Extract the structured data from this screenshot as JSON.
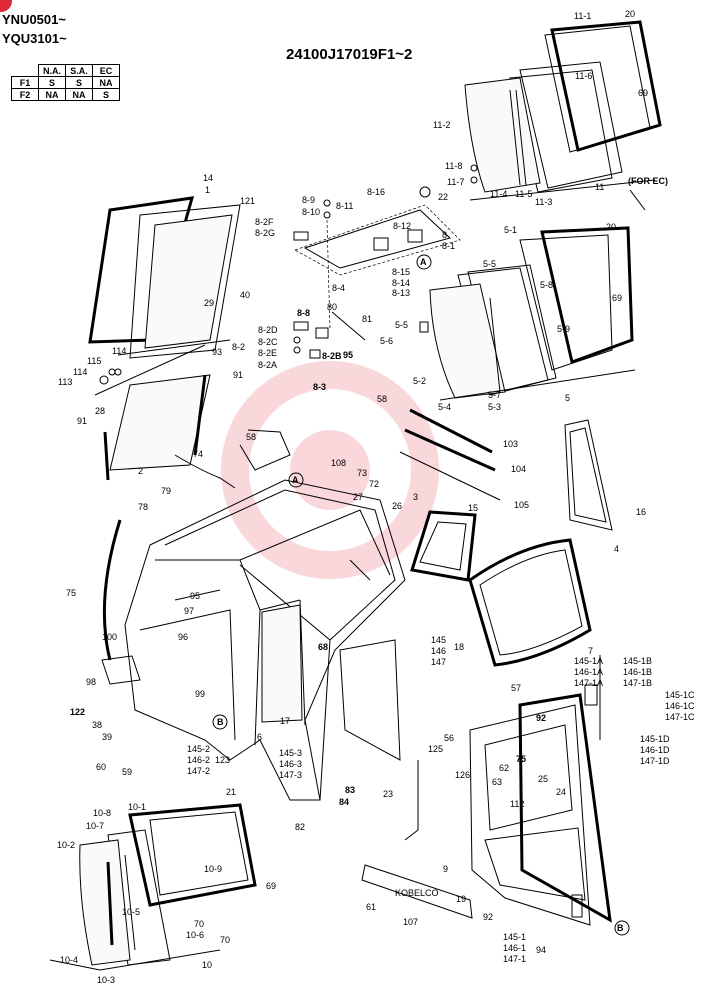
{
  "header": {
    "serial_1": "YNU0501~",
    "serial_2": "YQU3101~",
    "part_code": "24100J17019F1~2",
    "for_ec": "(FOR EC)"
  },
  "applicability": {
    "columns": [
      "",
      "N.A.",
      "S.A.",
      "EC"
    ],
    "rows": [
      [
        "F1",
        "S",
        "S",
        "NA"
      ],
      [
        "F2",
        "NA",
        "NA",
        "S"
      ]
    ]
  },
  "labels": {
    "l11_1": "11-1",
    "l20a": "20",
    "l11_6": "11-6",
    "l69a": "69",
    "l11_2": "11-2",
    "l11_8": "11-8",
    "l11_7": "11-7",
    "l11_4": "11-4",
    "l11_5": "11-5",
    "l11_3": "11-3",
    "l11": "11",
    "l14": "14",
    "l1": "1",
    "l121": "121",
    "l40": "40",
    "l29": "29",
    "l93": "93",
    "l114a": "114",
    "l115": "115",
    "l114b": "114",
    "l113": "113",
    "l91a": "91",
    "l28": "28",
    "l91b": "91",
    "l2": "2",
    "l8_9": "8-9",
    "l8_10": "8-10",
    "l8_11": "8-11",
    "l8_16": "8-16",
    "l22": "22",
    "l8_2F": "8-2F",
    "l8_2G": "8-2G",
    "l8_12": "8-12",
    "l8a": "8",
    "l8_1": "8-1",
    "l8_15": "8-15",
    "l8_14": "8-14",
    "l8_13": "8-13",
    "l8_4": "8-4",
    "l80": "80",
    "l81": "81",
    "l8_8": "8-8",
    "l8_2D": "8-2D",
    "l8_2C": "8-2C",
    "l8_2": "8-2",
    "l8_2E": "8-2E",
    "l8_2A": "8-2A",
    "l8_2B": "8-2B",
    "l95a": "95",
    "l8_3": "8-3",
    "lA1": "A",
    "lA2": "A",
    "l5_1": "5-1",
    "l20b": "20",
    "l5_5a": "5-5",
    "l5_8": "5-8",
    "l69b": "69",
    "l5_9": "5-9",
    "l5_5b": "5-5",
    "l5_6": "5-6",
    "l5_2": "5-2",
    "l5_7": "5-7",
    "l5_4": "5-4",
    "l5_3": "5-3",
    "l5": "5",
    "l58a": "58",
    "l58b": "58",
    "l103": "103",
    "l104": "104",
    "l105": "105",
    "l74": "74",
    "l108": "108",
    "l73": "73",
    "l72": "72",
    "l79": "79",
    "l78": "78",
    "l27": "27",
    "l26": "26",
    "l3": "3",
    "l15": "15",
    "l16": "16",
    "l4": "4",
    "l75": "75",
    "l95b": "95",
    "l97": "97",
    "l96": "96",
    "l100": "100",
    "l98": "98",
    "l99": "99",
    "l122": "122",
    "l38": "38",
    "l39": "39",
    "l68": "68",
    "l145a": "145",
    "l146a": "146",
    "l147a": "147",
    "l18": "18",
    "l7": "7",
    "lB1": "B",
    "lB2": "B",
    "l6": "6",
    "l17": "17",
    "l145_2": "145-2",
    "l146_2": "146-2",
    "l147_2": "147-2",
    "l123": "123",
    "l145_3": "145-3",
    "l146_3": "146-3",
    "l147_3": "147-3",
    "l60": "60",
    "l59": "59",
    "l21": "21",
    "l83": "83",
    "l84": "84",
    "l82": "82",
    "l145_1A": "145-1A",
    "l146_1A": "146-1A",
    "l147_1A": "147-1A",
    "l145_1B": "145-1B",
    "l146_1B": "146-1B",
    "l147_1B": "147-1B",
    "l145_1C": "145-1C",
    "l146_1C": "146-1C",
    "l147_1C": "147-1C",
    "l145_1D": "145-1D",
    "l146_1D": "146-1D",
    "l147_1D": "147-1D",
    "l57": "57",
    "l92a": "92",
    "l56": "56",
    "l125": "125",
    "l126": "126",
    "l75b": "75",
    "l62": "62",
    "l25": "25",
    "l63": "63",
    "l24": "24",
    "l23": "23",
    "l112": "112",
    "l9": "9",
    "l19": "19",
    "l92b": "92",
    "l61": "61",
    "l107": "107",
    "l145_1": "145-1",
    "l146_1": "146-1",
    "l147_1": "147-1",
    "l94": "94",
    "l10_8": "10-8",
    "l10_7": "10-7",
    "l10_1": "10-1",
    "l10_2": "10-2",
    "l10_9": "10-9",
    "l69c": "69",
    "l10_5": "10-5",
    "l70a": "70",
    "l10_6": "10-6",
    "l70b": "70",
    "l10_4": "10-4",
    "l10_3": "10-3",
    "l10": "10"
  },
  "cab_brand": "KOBELCO"
}
